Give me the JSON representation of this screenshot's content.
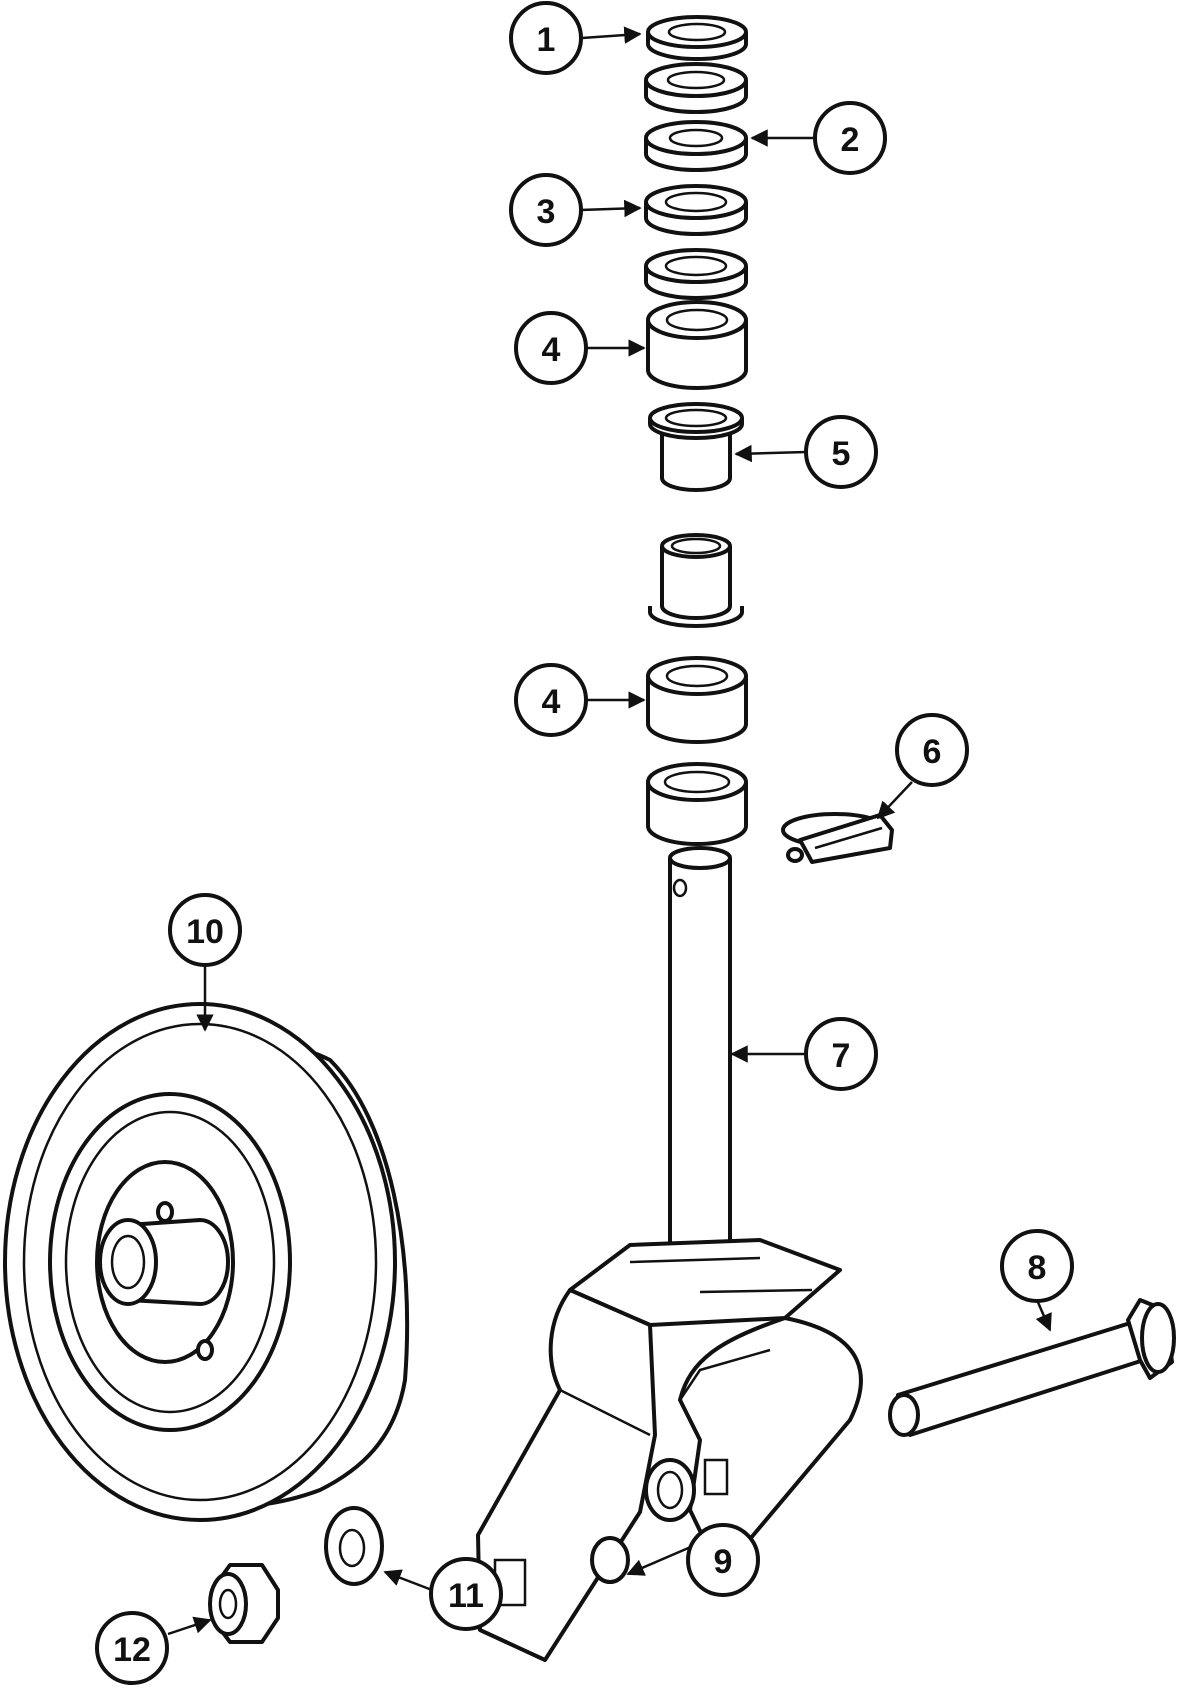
{
  "callouts": [
    {
      "id": "c1a",
      "label": "1"
    },
    {
      "id": "c2a",
      "label": "2"
    },
    {
      "id": "c3a",
      "label": "3"
    },
    {
      "id": "c4a",
      "label": "4"
    },
    {
      "id": "c5a",
      "label": "5"
    },
    {
      "id": "c4b",
      "label": "4"
    },
    {
      "id": "c6a",
      "label": "6"
    },
    {
      "id": "c10a",
      "label": "10"
    },
    {
      "id": "c7a",
      "label": "7"
    },
    {
      "id": "c8a",
      "label": "8"
    },
    {
      "id": "c9a",
      "label": "9"
    },
    {
      "id": "c11a",
      "label": "11"
    },
    {
      "id": "c12a",
      "label": "12"
    }
  ],
  "colors": {
    "ink": "#111111",
    "paper": "#ffffff"
  }
}
